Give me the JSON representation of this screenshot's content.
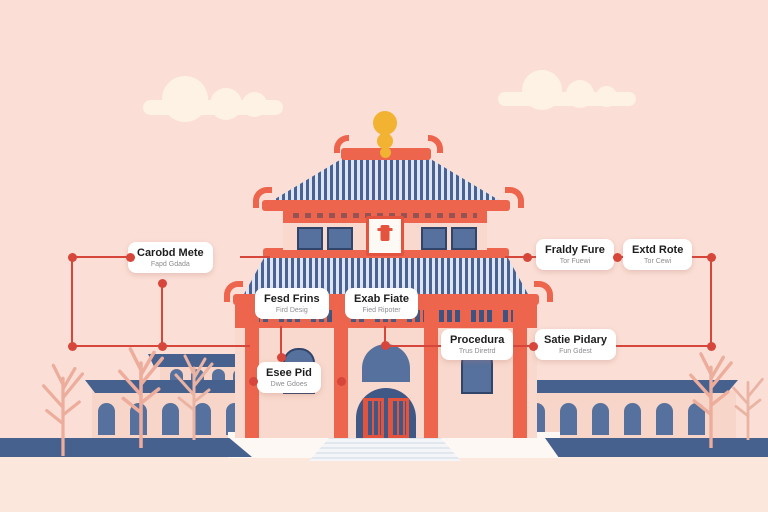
{
  "diagram_title": "",
  "labels": {
    "carabd": {
      "title": "Carobd Mete",
      "subtitle": "Fapd Gdada"
    },
    "fesd": {
      "title": "Fesd Frins",
      "subtitle": "Fird Desig"
    },
    "exab": {
      "title": "Exab Fiate",
      "subtitle": "Fied Ripoter"
    },
    "fraldy": {
      "title": "Fraldy Fure",
      "subtitle": "Tor Fuewi"
    },
    "extd": {
      "title": "Extd Rote",
      "subtitle": "Tor Cewi"
    },
    "procedura": {
      "title": "Procedura",
      "subtitle": "Trus Diretrd"
    },
    "satie": {
      "title": "Satie Pidary",
      "subtitle": "Fun Gdest"
    },
    "esee": {
      "title": "Esee Pid",
      "subtitle": "Dwe Gdoes"
    }
  },
  "icons": {
    "plaque_glyph": "chinese-character-plaque",
    "connector_dot": "red-dot",
    "finial": "gold-orb-finial"
  },
  "colors": {
    "sky": "#fbdfd6",
    "ground": "#fce7dc",
    "cloud": "#fdf2e4",
    "coral_red": "#ee654d",
    "connector_red": "#d6463a",
    "navy": "#47618f",
    "window_blue": "#56719e",
    "roof_stripe_dark": "#4a6292",
    "roof_stripe_light": "#dde5f3",
    "facade_pink": "#f9d9cd",
    "gold": "#f2b232",
    "label_bg": "#ffffff",
    "tree_pink": "#edad9c"
  }
}
